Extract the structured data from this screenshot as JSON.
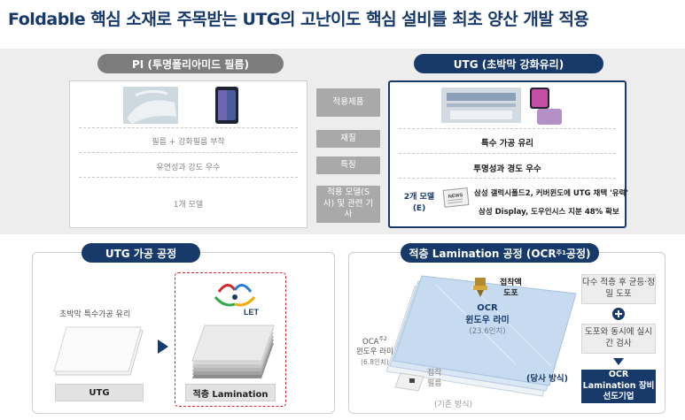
{
  "title": "Foldable 핵심 소재로 주목받는 UTG의 고난이도 핵심 설비를 최초 양산 개발 적용",
  "left_header": "PI (투명폴리아미드 필름)",
  "right_header": "UTG (초박막 강화유리)",
  "middle_labels": {
    "application": "적용제품",
    "material": "재질",
    "feature": "특징",
    "models": "적용 모델(S사) 및 관련 기사"
  },
  "pi": {
    "material": "필름 + 강화필름 부착",
    "feature": "유연성과 강도 우수",
    "models": "1개 모델"
  },
  "utg": {
    "material": "특수 가공 유리",
    "feature": "투명성과 경도 우수",
    "models_label": "2개 모델(E)",
    "news_1": "삼성 갤럭시폴드2, 커버윈도에 UTG 채택 '유력'",
    "news_2": "삼성 Display, 도우인시스 지분 48% 확보",
    "newspaper": "NEWS"
  },
  "utg_process": {
    "header": "UTG 가공 공정",
    "glass_caption": "초박막 특수가공 유리",
    "utg_label": "UTG",
    "lamination_label": "적층 Lamination",
    "logo_text": "LET"
  },
  "lamination_process": {
    "header_main": "적층 Lamination 공정 (OCR",
    "header_sup": "주1",
    "header_end": " 공정)",
    "dispenser_line1": "접착액",
    "dispenser_line2": "도포",
    "ocr_line1": "OCR",
    "ocr_line2": "윈도우 라미",
    "ocr_size": "(23.6인치)",
    "our_method": "(당사 방식)",
    "oca_line1": "OCA",
    "oca_sup": "주2",
    "oca_line2": "윈도우 라미",
    "oca_size": "(6.8인치)",
    "film_line1": "접착",
    "film_line2": "필름",
    "old_method": "(기존 방식)",
    "box1": "다수 적층 후 균등·정밀 도포",
    "box2": "도포와 동시에 실시간 검사",
    "box3": "OCR Lamination 장비 선도기업"
  },
  "colors": {
    "navy": "#173a6b",
    "gray": "#7d7d7d",
    "accent_red": "#d62828"
  }
}
